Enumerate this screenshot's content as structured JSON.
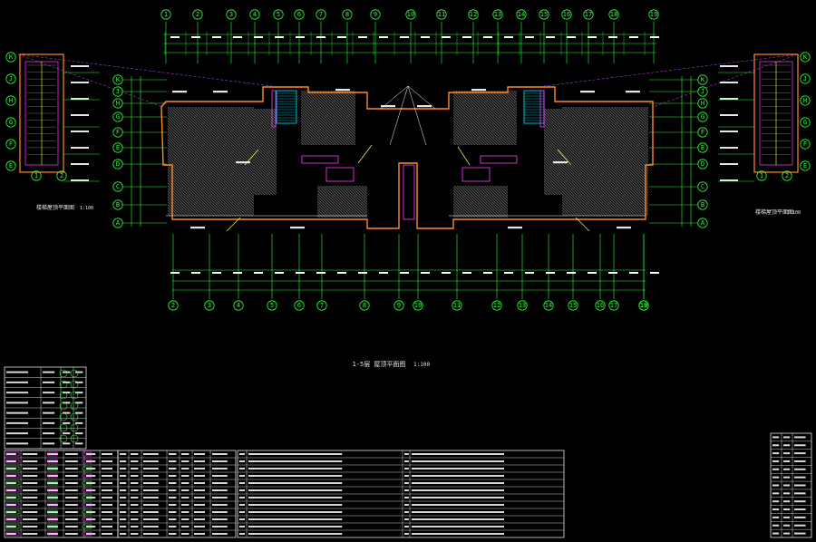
{
  "drawing": {
    "title": "1-5层 屋顶平面图",
    "scale": "1:100",
    "left_detail_label": "楼梯屋顶平面图",
    "left_detail_scale": "1:100",
    "right_detail_label": "楼梯屋顶平面图",
    "right_detail_scale": "1:100"
  },
  "axes": {
    "top": [
      "1",
      "2",
      "3",
      "4",
      "5",
      "6",
      "7",
      "8",
      "9",
      "10",
      "11",
      "12",
      "13",
      "14",
      "15",
      "16",
      "17",
      "18",
      "19"
    ],
    "bottom": [
      "2",
      "3",
      "4",
      "5",
      "6",
      "7",
      "8",
      "9",
      "10",
      "11",
      "12",
      "13",
      "14",
      "15",
      "16",
      "17",
      "18",
      "19"
    ],
    "rows_left": [
      "K",
      "J",
      "H",
      "G",
      "F",
      "E",
      "D",
      "C",
      "B",
      "A"
    ],
    "rows_right": [
      "K",
      "J",
      "H",
      "G",
      "F",
      "E",
      "D",
      "C",
      "B",
      "A"
    ]
  },
  "colors": {
    "background": "#000000",
    "grid_line": "#2cff3a",
    "wall": "#ff8a2a",
    "hatch": "#8a8a8a",
    "window": "#ff40ff",
    "dimension": "#ffffff",
    "axis_bubble": "#2cff3a",
    "table_line": "#ffffff",
    "cyan_mark": "#00e5ff",
    "yellow_mark": "#ffff40"
  }
}
